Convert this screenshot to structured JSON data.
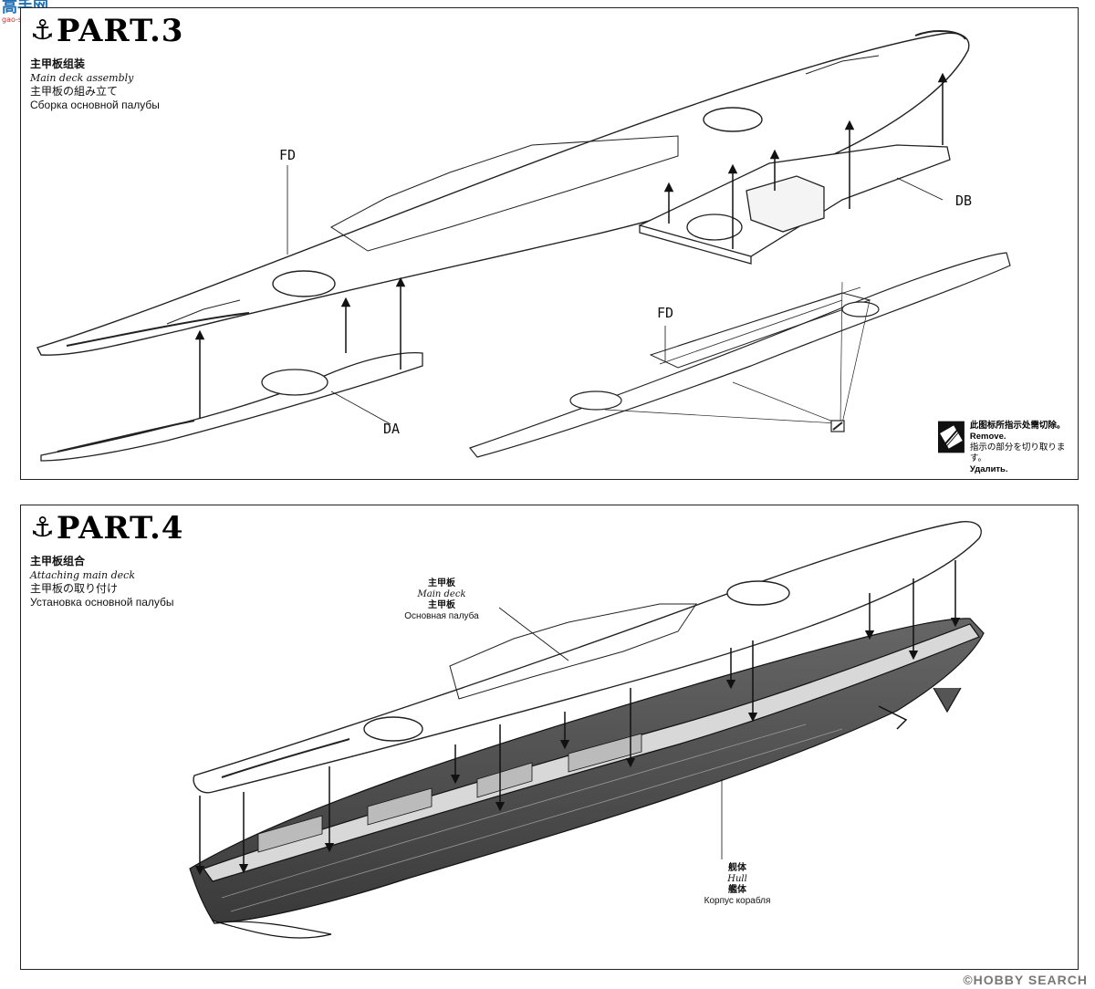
{
  "watermark_top": {
    "text": "高手网",
    "sub": "gao-shou.net"
  },
  "watermark_bottom": "©HOBBY SEARCH",
  "part3": {
    "title": "PART.3",
    "cn": "主甲板组装",
    "en": "Main deck assembly",
    "jp": "主甲板の組み立て",
    "ru": "Сборка основной палубы",
    "labels": {
      "fd_top": "FD",
      "db": "DB",
      "da": "DA",
      "fd_bottom": "FD"
    },
    "remove": {
      "cn": "此图标所指示处需切除。",
      "en": "Remove.",
      "jp": "指示の部分を切り取ります。",
      "ru": "Удалить."
    }
  },
  "part4": {
    "title": "PART.4",
    "cn": "主甲板组合",
    "en": "Attaching main deck",
    "jp": "主甲板の取り付け",
    "ru": "Установка основной палубы",
    "main_deck": {
      "cn": "主甲板",
      "en": "Main deck",
      "jp": "主甲板",
      "ru": "Основная палуба"
    },
    "hull": {
      "cn": "舰体",
      "en": "Hull",
      "jp": "艦体",
      "ru": "Корпус корабля"
    }
  },
  "icons": {
    "anchor": "anchor-icon",
    "remove": "remove-cutter-icon"
  }
}
